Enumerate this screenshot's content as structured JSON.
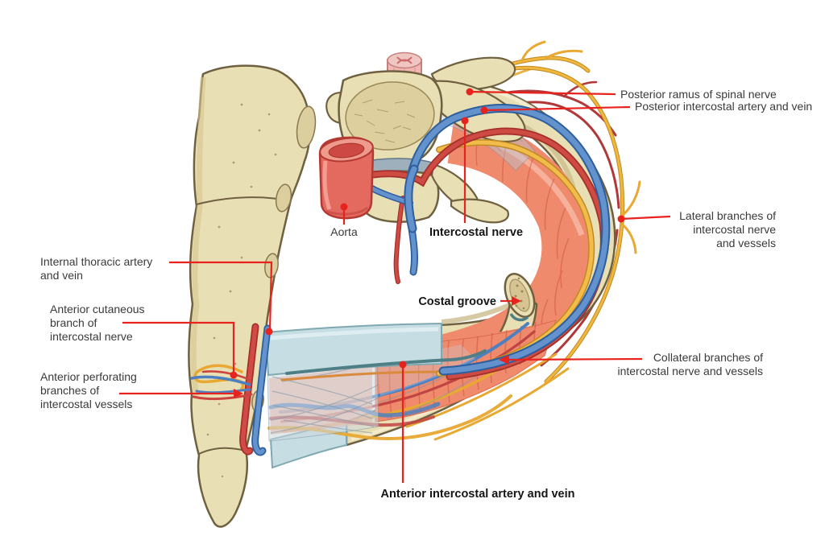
{
  "figure": {
    "kind": "anatomical-diagram",
    "labels": {
      "posterior_ramus": {
        "text": "Posterior ramus of spinal nerve"
      },
      "posterior_intercostal": {
        "text": "Posterior intercostal artery and vein"
      },
      "lateral_branches": {
        "line1": "Lateral branches of",
        "line2": "intercostal nerve",
        "line3": "and vessels"
      },
      "collateral_branches": {
        "line1": "Collateral branches of",
        "line2": "intercostal nerve and vessels"
      },
      "internal_thoracic": {
        "line1": "Internal thoracic artery",
        "line2": "and vein"
      },
      "anterior_cutaneous": {
        "line1": "Anterior cutaneous",
        "line2": "branch of",
        "line3": "intercostal nerve"
      },
      "anterior_perforating": {
        "line1": "Anterior perforating",
        "line2": "branches of",
        "line3": "intercostal vessels"
      },
      "aorta": {
        "text": "Aorta"
      },
      "intercostal_nerve": {
        "text": "Intercostal nerve"
      },
      "costal_groove": {
        "text": "Costal groove"
      },
      "anterior_intercostal": {
        "text": "Anterior intercostal artery and vein"
      }
    },
    "colors": {
      "leader_red": "#e8231e",
      "bone": "#e9dfb4",
      "bone_outline": "#6f6040",
      "cartilage": "#c6dee3",
      "muscle": "#ef8a6c",
      "artery_red": "#cd4b43",
      "vein_blue": "#4c80c0",
      "nerve_yellow": "#f0b63e",
      "aorta_red": "#e4695f",
      "spinal_cord_pink": "#f2b7b3",
      "membrane_gray": "#cdd8e0",
      "label_text": "#3a3a3a",
      "background": "#ffffff"
    }
  }
}
